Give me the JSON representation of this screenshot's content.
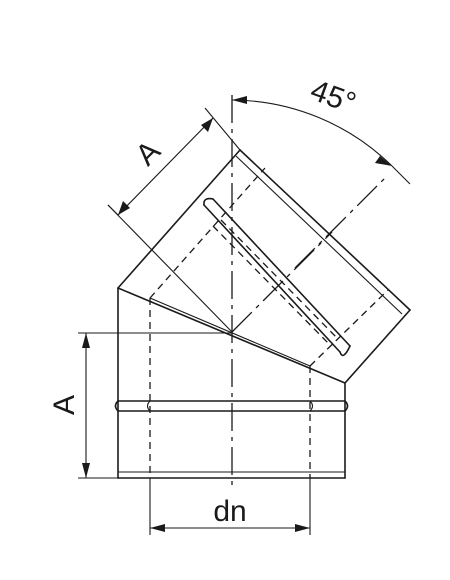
{
  "labels": {
    "angle": "45°",
    "length_upper": "A",
    "length_lower": "A",
    "diameter": "dn"
  }
}
